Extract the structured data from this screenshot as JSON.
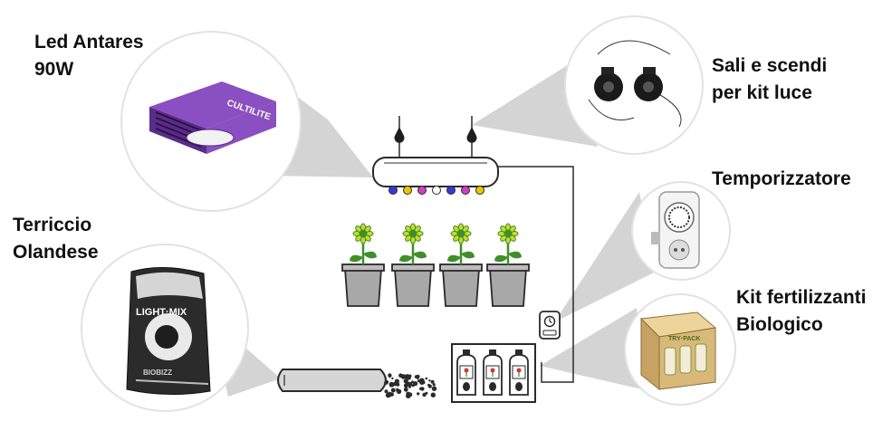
{
  "labels": {
    "led": {
      "line1": "Led Antares",
      "line2": "90W"
    },
    "sali": {
      "line1": "Sali e scendi",
      "line2": "per kit luce"
    },
    "timer": {
      "line1": "Temporizzatore"
    },
    "soil": {
      "line1": "Terriccio",
      "line2": "Olandese"
    },
    "kit": {
      "line1": "Kit fertilizzanti",
      "line2": "Biologico"
    }
  },
  "product_text": {
    "led_brand": "CULTILITE",
    "soil_bag_name": "LIGHT·MIX",
    "soil_bag_brand": "BIOBIZZ",
    "kit_box_name": "TRY·PACK"
  },
  "colors": {
    "led_body": "#8a4fc0",
    "led_body_dark": "#5b2b8c",
    "callout_grey": "#d4d4d4",
    "line": "#2a2a2a",
    "plant_green": "#3f8f2a",
    "flower_yellow": "#c9d92a",
    "pot_grey": "#a8a8a8",
    "kit_box": "#d9b97a",
    "bulb_colors": [
      "#3a3ad0",
      "#e6c800",
      "#d040c0",
      "#ffffff",
      "#3a3ad0",
      "#d040c0",
      "#e6c800"
    ]
  }
}
